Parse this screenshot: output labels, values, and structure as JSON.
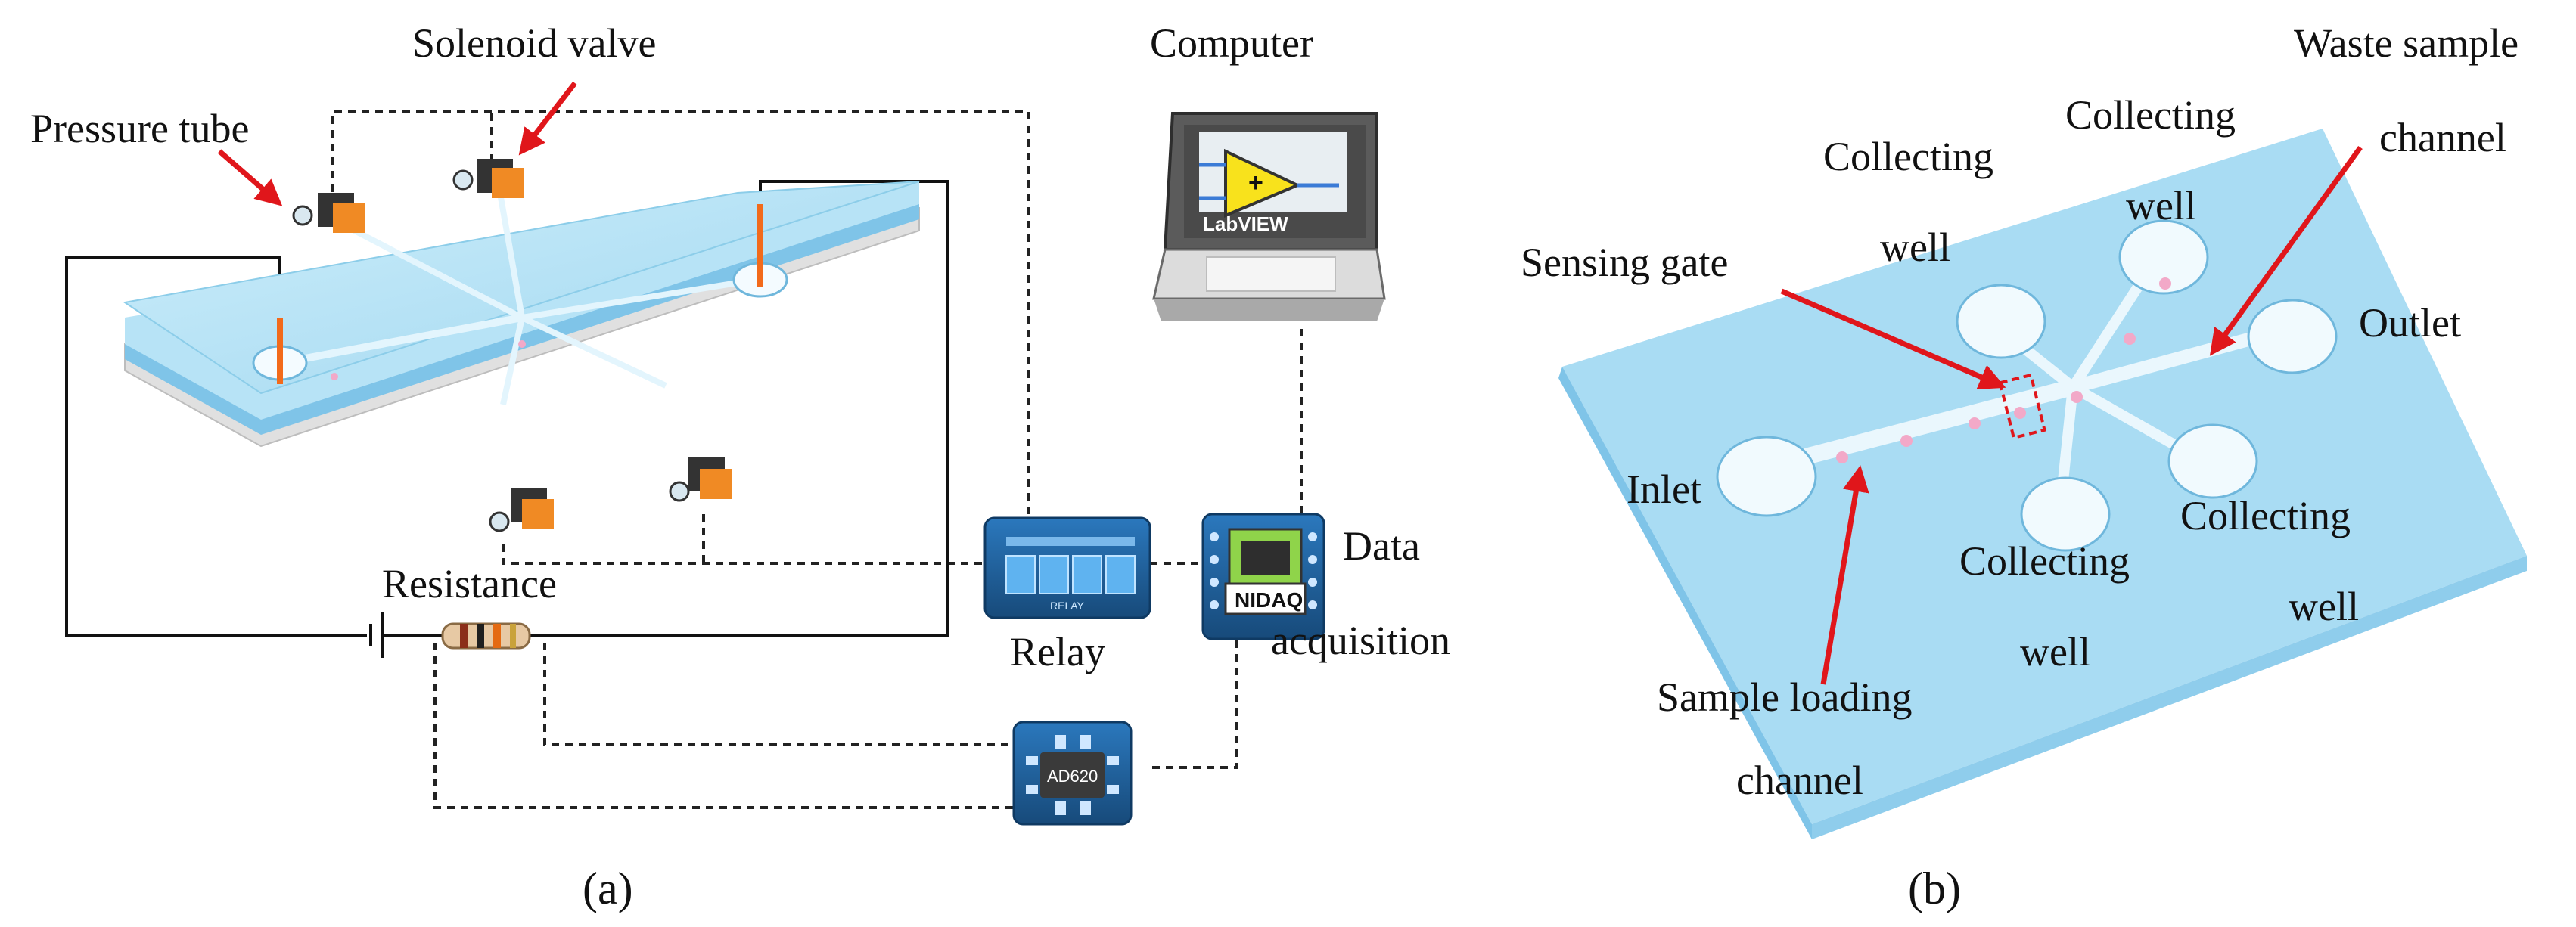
{
  "panel_a": {
    "caption": "(a)",
    "labels": {
      "solenoid_valve": "Solenoid valve",
      "pressure_tube": "Pressure tube",
      "computer": "Computer",
      "resistance": "Resistance",
      "relay": "Relay",
      "data": "Data",
      "acquisition": "acquisition"
    },
    "devices": {
      "labview_text": "LabVIEW",
      "relay_chip_text": "RELAY",
      "nidaq_text": "NIDAQ",
      "amp_text": "AD620"
    }
  },
  "panel_b": {
    "caption": "(b)",
    "labels": {
      "waste_sample": "Waste sample",
      "channel_waste": "channel",
      "collecting_top": "Collecting",
      "well_top": "well",
      "collecting_left": "Collecting",
      "well_left": "well",
      "sensing_gate": "Sensing gate",
      "outlet": "Outlet",
      "inlet": "Inlet",
      "collecting_bottom": "Collecting",
      "well_bottom": "well",
      "collecting_right": "Collecting",
      "well_right": "well",
      "sample_loading": "Sample loading",
      "channel_loading": "channel"
    }
  },
  "colors": {
    "chip_blue": "#a9dcf3",
    "chip_edge": "#7fc4e8",
    "arrow_red": "#e0161b",
    "valve_orange": "#f08a24",
    "device_blue": "#1f5f99",
    "particle_pink": "#f2a9c8"
  }
}
